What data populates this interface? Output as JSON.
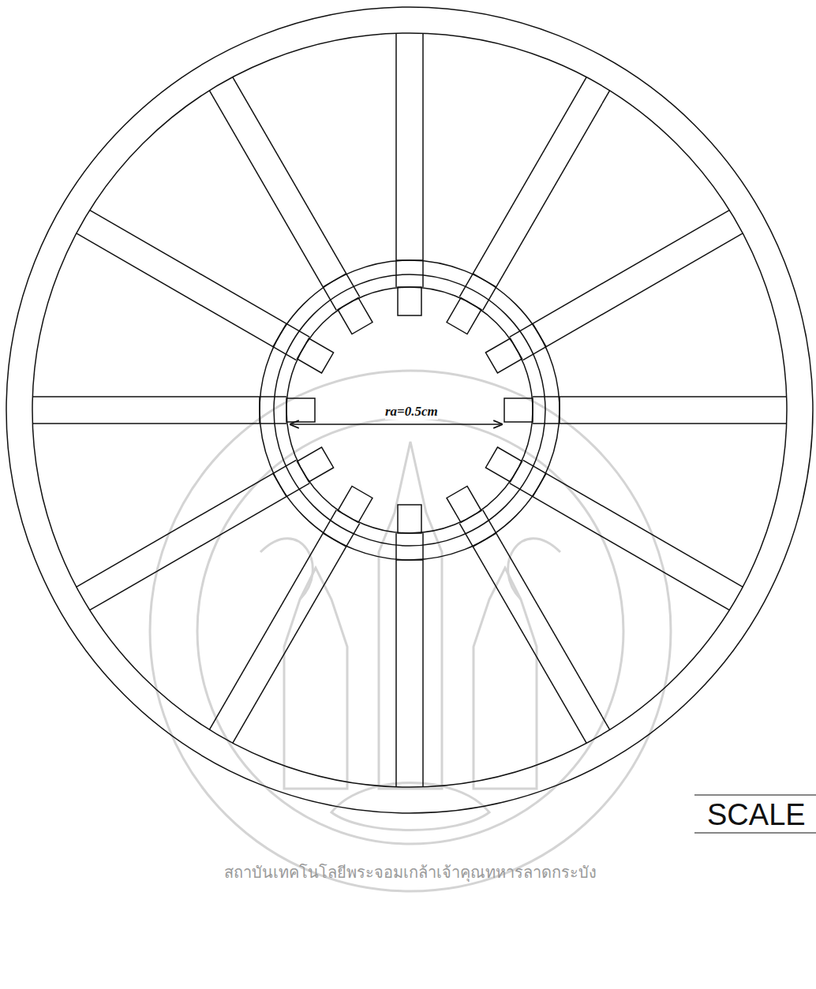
{
  "diagram": {
    "labels": [
      "ra=0.5cm",
      "SCALE",
      "สถาบันเทคโนโลยีพระจอมเกล้าเจ้าคุณทหารลาดกระบัง"
    ]
  }
}
